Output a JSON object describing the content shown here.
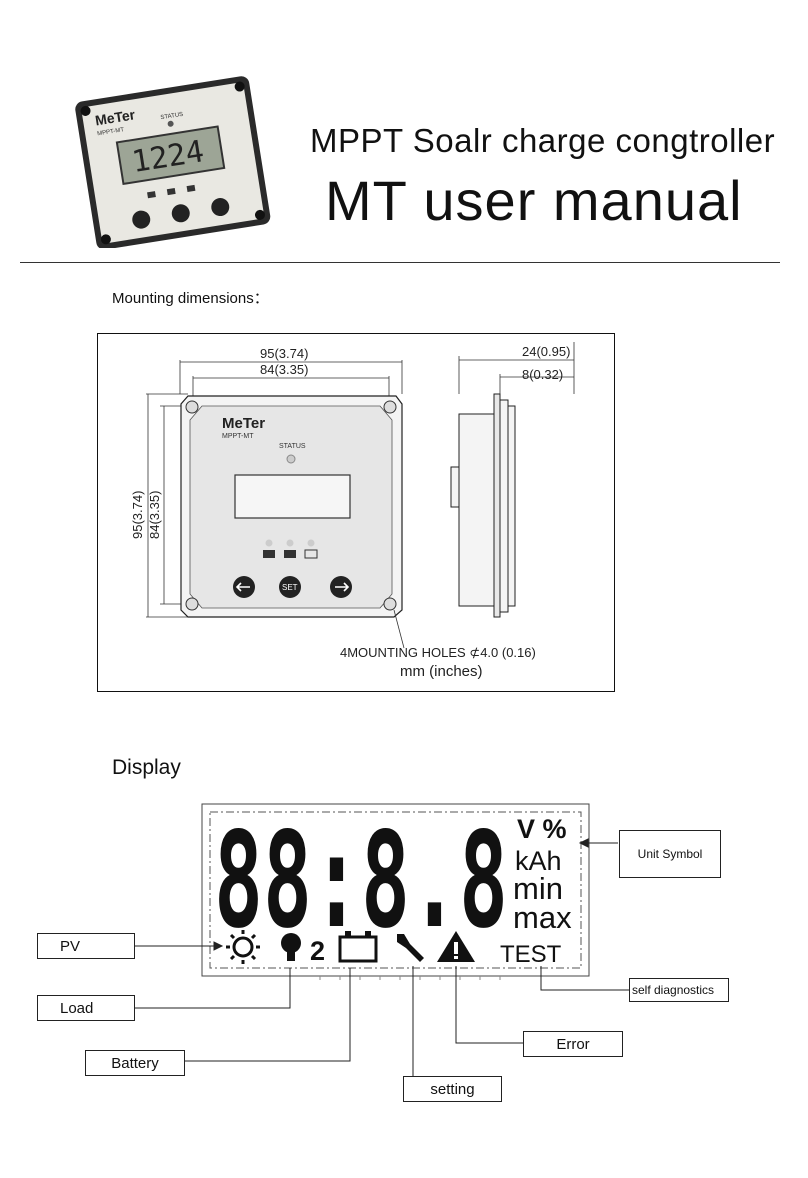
{
  "header": {
    "title_line1": "MPPT Soalr charge congtroller",
    "title_line2": "MT user manual"
  },
  "product_photo": {
    "brand": "MeTer",
    "model": "MPPT-MT",
    "status": "STATUS",
    "lcd_reading": "1224"
  },
  "mounting": {
    "label": "Mounting dimensions：",
    "dim_width_outer": "95(3.74)",
    "dim_width_inner": "84(3.35)",
    "dim_height_outer": "95(3.74)",
    "dim_height_inner": "84(3.35)",
    "dim_depth_total": "24(0.95)",
    "dim_depth_flange": "8(0.32)",
    "panel_brand": "MeTer",
    "panel_model": "MPPT-MT",
    "panel_status": "STATUS",
    "set_button": "SET",
    "holes_note": "4MOUNTING HOLES  ⊄4.0 (0.16)",
    "units_note": "mm (inches)"
  },
  "display": {
    "label": "Display",
    "digits": "88:8.8",
    "units": [
      "V %",
      "kAh",
      "min",
      "max"
    ],
    "test_text": "TEST",
    "battery_number": "2",
    "callouts": {
      "unit_symbol": "Unit Symbol",
      "pv": "PV",
      "self_diagnostics": "self  diagnostics",
      "load": "Load",
      "error": "Error",
      "battery": "Battery",
      "setting": "setting"
    }
  }
}
